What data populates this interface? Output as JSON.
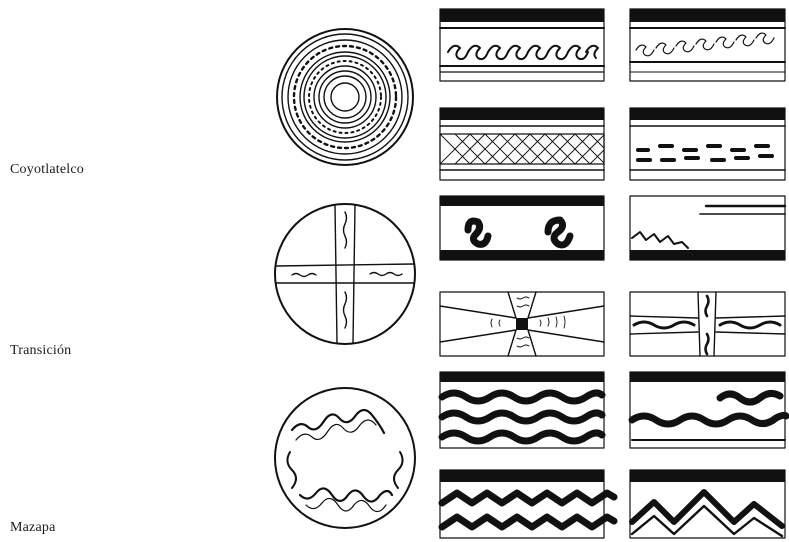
{
  "labels": {
    "coyotlatelco": "Coyotlatelco",
    "transicion": "Transición",
    "mazapa": "Mazapa"
  },
  "colors": {
    "ink": "#111111",
    "paper": "#ffffff"
  }
}
